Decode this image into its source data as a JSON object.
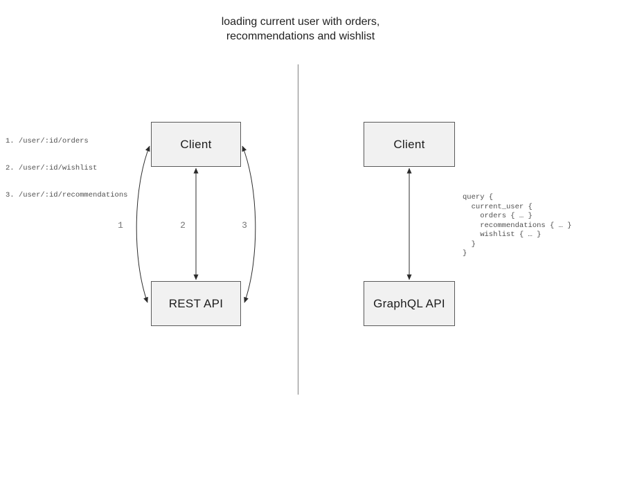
{
  "title": {
    "line1": "loading current user with orders,",
    "line2": "recommendations and wishlist"
  },
  "rest_panel": {
    "endpoints": [
      "1. /user/:id/orders",
      "2. /user/:id/wishlist",
      "3. /user/:id/recommendations"
    ],
    "client_label": "Client",
    "api_label": "REST API",
    "arrow_labels": [
      "1",
      "2",
      "3"
    ]
  },
  "graphql_panel": {
    "client_label": "Client",
    "api_label": "GraphQL API",
    "query": "query {\n  current_user {\n    orders { … }\n    recommendations { … }\n    wishlist { … }\n  }\n}"
  },
  "colors": {
    "box_fill": "#f1f1f1",
    "box_border": "#595959",
    "arrow_stroke": "#2b2b2b",
    "code_text": "#4f4f4f",
    "number_text": "#757575",
    "divider": "#808080",
    "title_text": "#1f1f1f"
  }
}
